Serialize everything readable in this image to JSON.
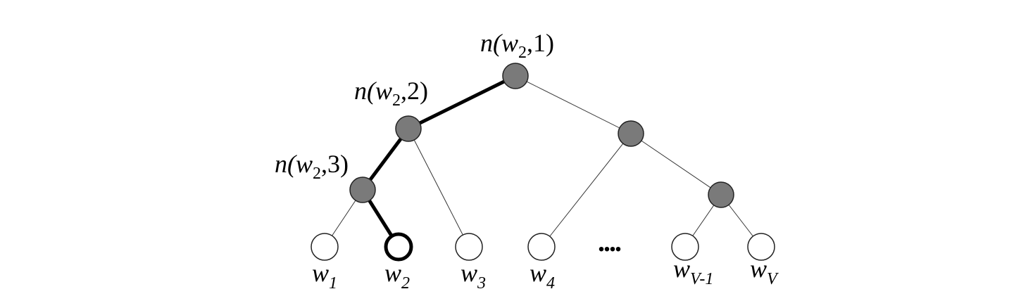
{
  "node_labels": {
    "n1": {
      "fn": "n(",
      "w": "w",
      "sub": "2",
      "rest": ",1)"
    },
    "n2": {
      "fn": "n(",
      "w": "w",
      "sub": "2",
      "rest": ",2)"
    },
    "n3": {
      "fn": "n(",
      "w": "w",
      "sub": "2",
      "rest": ",3)"
    }
  },
  "leaves": [
    {
      "w": "w",
      "sub": "1",
      "highlighted": false
    },
    {
      "w": "w",
      "sub": "2",
      "highlighted": true
    },
    {
      "w": "w",
      "sub": "3",
      "highlighted": false
    },
    {
      "w": "w",
      "sub": "4",
      "highlighted": false
    },
    {
      "w": "w",
      "sub": "V-1",
      "highlighted": false
    },
    {
      "w": "w",
      "sub": "V",
      "highlighted": false
    }
  ],
  "ellipsis": "....",
  "colors": {
    "inner_node": "#7a7a7a",
    "leaf_node": "#ffffff",
    "path": "#000000"
  }
}
